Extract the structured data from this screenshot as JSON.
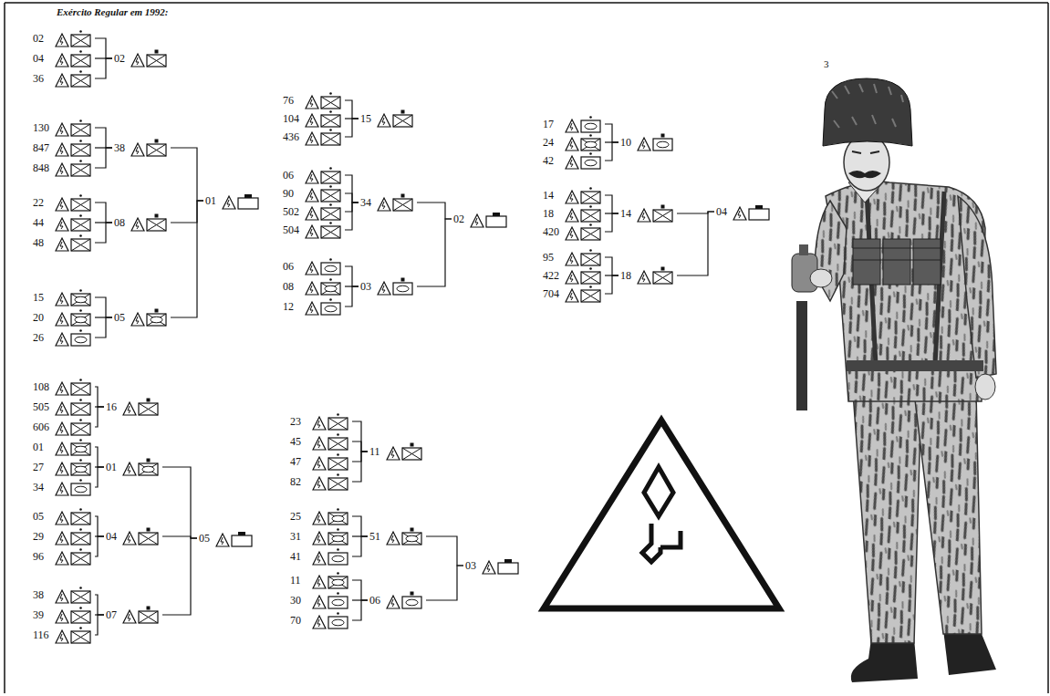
{
  "diagram": {
    "title": "Exército Regular em 1992:",
    "nodes": [
      {
        "text": [
          "02"
        ]
      },
      {
        "text": [
          "04"
        ]
      },
      {
        "text": [
          "36"
        ]
      },
      {
        "text": [
          "02"
        ]
      },
      {
        "text": [
          "130"
        ]
      },
      {
        "text": [
          "847"
        ]
      },
      {
        "text": [
          "848"
        ]
      },
      {
        "text": [
          "38"
        ]
      },
      {
        "text": [
          "22"
        ]
      },
      {
        "text": [
          "44"
        ]
      },
      {
        "text": [
          "48"
        ]
      },
      {
        "text": [
          "08"
        ]
      },
      {
        "text": [
          "15"
        ]
      },
      {
        "text": [
          "20"
        ]
      },
      {
        "text": [
          "26"
        ]
      },
      {
        "text": [
          "05"
        ]
      },
      {
        "text": [
          "01"
        ]
      },
      {
        "text": [
          "76"
        ]
      },
      {
        "text": [
          "104"
        ]
      },
      {
        "text": [
          "436"
        ]
      },
      {
        "text": [
          "15"
        ]
      },
      {
        "text": [
          "06"
        ]
      },
      {
        "text": [
          "90"
        ]
      },
      {
        "text": [
          "502"
        ]
      },
      {
        "text": [
          "504"
        ]
      },
      {
        "text": [
          "34"
        ]
      },
      {
        "text": [
          "06"
        ]
      },
      {
        "text": [
          "08"
        ]
      },
      {
        "text": [
          "12"
        ]
      },
      {
        "text": [
          "03"
        ]
      },
      {
        "text": [
          "02"
        ]
      },
      {
        "text": [
          "17"
        ]
      },
      {
        "text": [
          "24"
        ]
      },
      {
        "text": [
          "42"
        ]
      },
      {
        "text": [
          "10"
        ]
      },
      {
        "text": [
          "14"
        ]
      },
      {
        "text": [
          "18"
        ]
      },
      {
        "text": [
          "420"
        ]
      },
      {
        "text": [
          "14"
        ]
      },
      {
        "text": [
          "95"
        ]
      },
      {
        "text": [
          "422"
        ]
      },
      {
        "text": [
          "704"
        ]
      },
      {
        "text": [
          "18"
        ]
      },
      {
        "text": [
          "04"
        ]
      },
      {
        "text": [
          "108"
        ]
      },
      {
        "text": [
          "505"
        ]
      },
      {
        "text": [
          "606"
        ]
      },
      {
        "text": [
          "16"
        ]
      },
      {
        "text": [
          "01"
        ]
      },
      {
        "text": [
          "27"
        ]
      },
      {
        "text": [
          "34"
        ]
      },
      {
        "text": [
          "01"
        ]
      },
      {
        "text": [
          "05"
        ]
      },
      {
        "text": [
          "29"
        ]
      },
      {
        "text": [
          "96"
        ]
      },
      {
        "text": [
          "04"
        ]
      },
      {
        "text": [
          "38"
        ]
      },
      {
        "text": [
          "39"
        ]
      },
      {
        "text": [
          "116"
        ]
      },
      {
        "text": [
          "07"
        ]
      },
      {
        "text": [
          "05"
        ]
      },
      {
        "text": [
          "23"
        ]
      },
      {
        "text": [
          "45"
        ]
      },
      {
        "text": [
          "47"
        ]
      },
      {
        "text": [
          "82"
        ]
      },
      {
        "text": [
          "11"
        ]
      },
      {
        "text": [
          "25"
        ]
      },
      {
        "text": [
          "31"
        ]
      },
      {
        "text": [
          "41"
        ]
      },
      {
        "text": [
          "51"
        ]
      },
      {
        "text": [
          "11"
        ]
      },
      {
        "text": [
          "30"
        ]
      },
      {
        "text": [
          "70"
        ]
      },
      {
        "text": [
          "06"
        ]
      },
      {
        "text": [
          "03"
        ]
      }
    ],
    "edges": [
      {
        "from": 0,
        "to": 3,
        "arrow": "none"
      },
      {
        "from": 1,
        "to": 3,
        "arrow": "none"
      },
      {
        "from": 2,
        "to": 3,
        "arrow": "none"
      },
      {
        "from": 4,
        "to": 7,
        "arrow": "none"
      },
      {
        "from": 5,
        "to": 7,
        "arrow": "none"
      },
      {
        "from": 6,
        "to": 7,
        "arrow": "none"
      },
      {
        "from": 8,
        "to": 11,
        "arrow": "none"
      },
      {
        "from": 9,
        "to": 11,
        "arrow": "none"
      },
      {
        "from": 10,
        "to": 11,
        "arrow": "none"
      },
      {
        "from": 12,
        "to": 15,
        "arrow": "none"
      },
      {
        "from": 13,
        "to": 15,
        "arrow": "none"
      },
      {
        "from": 14,
        "to": 15,
        "arrow": "none"
      },
      {
        "from": 7,
        "to": 16,
        "arrow": "none"
      },
      {
        "from": 11,
        "to": 16,
        "arrow": "none"
      },
      {
        "from": 15,
        "to": 16,
        "arrow": "none"
      },
      {
        "from": 17,
        "to": 20,
        "arrow": "none"
      },
      {
        "from": 18,
        "to": 20,
        "arrow": "none"
      },
      {
        "from": 19,
        "to": 20,
        "arrow": "none"
      },
      {
        "from": 21,
        "to": 25,
        "arrow": "none"
      },
      {
        "from": 22,
        "to": 25,
        "arrow": "none"
      },
      {
        "from": 23,
        "to": 25,
        "arrow": "none"
      },
      {
        "from": 24,
        "to": 25,
        "arrow": "none"
      },
      {
        "from": 26,
        "to": 29,
        "arrow": "none"
      },
      {
        "from": 27,
        "to": 29,
        "arrow": "none"
      },
      {
        "from": 28,
        "to": 29,
        "arrow": "none"
      },
      {
        "from": 25,
        "to": 30,
        "arrow": "none"
      },
      {
        "from": 29,
        "to": 30,
        "arrow": "none"
      },
      {
        "from": 31,
        "to": 34,
        "arrow": "none"
      },
      {
        "from": 32,
        "to": 34,
        "arrow": "none"
      },
      {
        "from": 33,
        "to": 34,
        "arrow": "none"
      },
      {
        "from": 35,
        "to": 38,
        "arrow": "none"
      },
      {
        "from": 36,
        "to": 38,
        "arrow": "none"
      },
      {
        "from": 37,
        "to": 38,
        "arrow": "none"
      },
      {
        "from": 39,
        "to": 42,
        "arrow": "none"
      },
      {
        "from": 40,
        "to": 42,
        "arrow": "none"
      },
      {
        "from": 41,
        "to": 42,
        "arrow": "none"
      },
      {
        "from": 38,
        "to": 43,
        "arrow": "none"
      },
      {
        "from": 42,
        "to": 43,
        "arrow": "none"
      },
      {
        "from": 44,
        "to": 47,
        "arrow": "none"
      },
      {
        "from": 45,
        "to": 47,
        "arrow": "none"
      },
      {
        "from": 46,
        "to": 47,
        "arrow": "none"
      },
      {
        "from": 48,
        "to": 51,
        "arrow": "none"
      },
      {
        "from": 49,
        "to": 51,
        "arrow": "none"
      },
      {
        "from": 50,
        "to": 51,
        "arrow": "none"
      },
      {
        "from": 52,
        "to": 55,
        "arrow": "none"
      },
      {
        "from": 53,
        "to": 55,
        "arrow": "none"
      },
      {
        "from": 54,
        "to": 55,
        "arrow": "none"
      },
      {
        "from": 56,
        "to": 59,
        "arrow": "none"
      },
      {
        "from": 57,
        "to": 59,
        "arrow": "none"
      },
      {
        "from": 58,
        "to": 59,
        "arrow": "none"
      },
      {
        "from": 51,
        "to": 60,
        "arrow": "none"
      },
      {
        "from": 55,
        "to": 60,
        "arrow": "none"
      },
      {
        "from": 59,
        "to": 60,
        "arrow": "none"
      },
      {
        "from": 61,
        "to": 65,
        "arrow": "none"
      },
      {
        "from": 62,
        "to": 65,
        "arrow": "none"
      },
      {
        "from": 63,
        "to": 65,
        "arrow": "none"
      },
      {
        "from": 64,
        "to": 65,
        "arrow": "none"
      },
      {
        "from": 66,
        "to": 69,
        "arrow": "none"
      },
      {
        "from": 67,
        "to": 69,
        "arrow": "none"
      },
      {
        "from": 68,
        "to": 69,
        "arrow": "none"
      },
      {
        "from": 70,
        "to": 73,
        "arrow": "none"
      },
      {
        "from": 71,
        "to": 73,
        "arrow": "none"
      },
      {
        "from": 72,
        "to": 73,
        "arrow": "none"
      },
      {
        "from": 69,
        "to": 74,
        "arrow": "none"
      },
      {
        "from": 73,
        "to": 74,
        "arrow": "none"
      }
    ],
    "labels": [
      "3"
    ]
  }
}
